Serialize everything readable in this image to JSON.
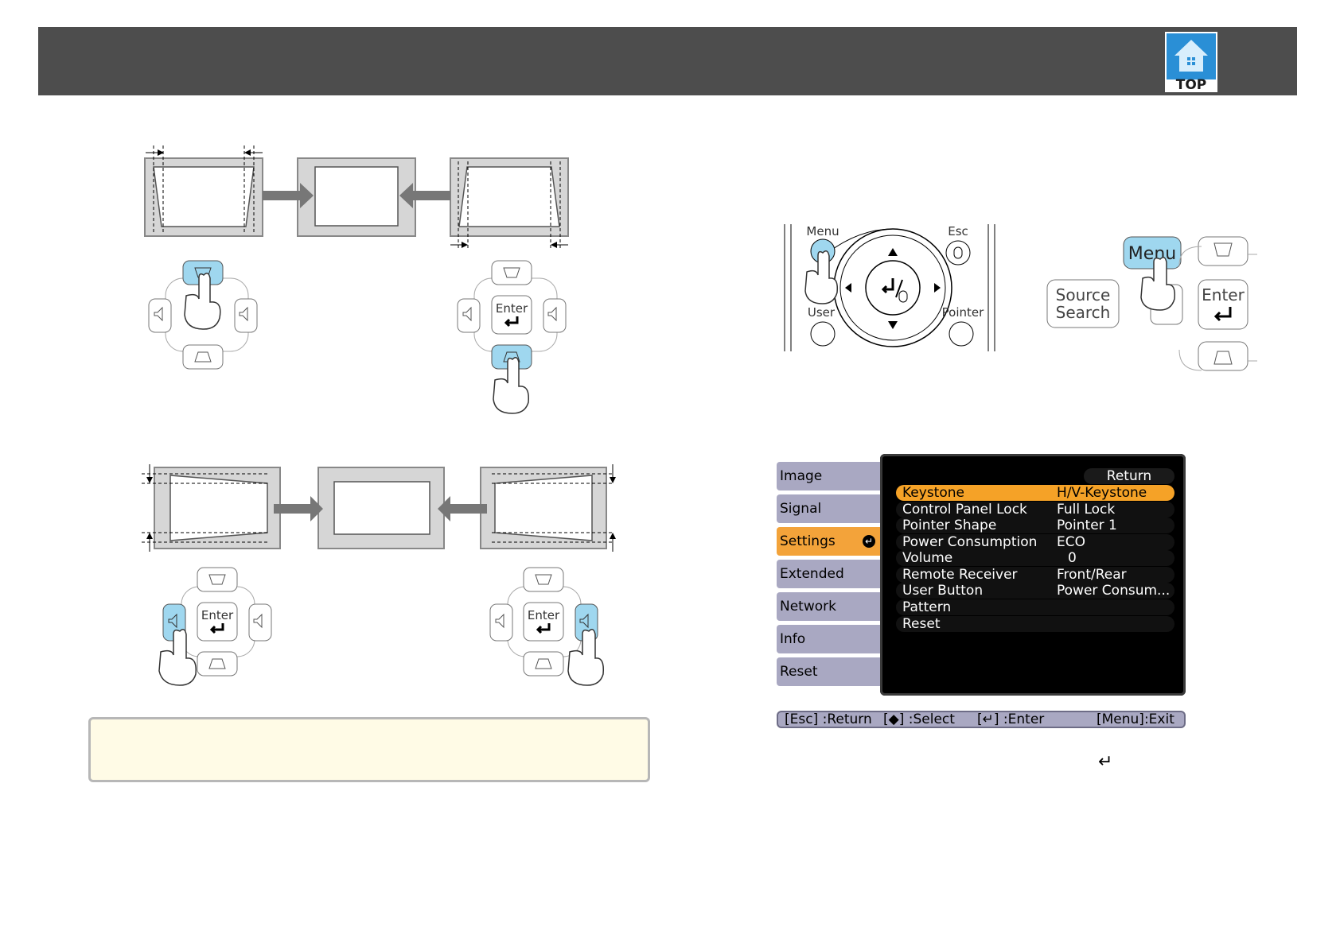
{
  "header": {
    "logo_label": "TOP"
  },
  "remote_labels": {
    "menu": "Menu",
    "esc": "Esc",
    "user": "User",
    "pointer": "Pointer",
    "source_line1": "Source",
    "source_line2": "Search",
    "enter": "Enter"
  },
  "menu": {
    "tabs": [
      "Image",
      "Signal",
      "Settings",
      "Extended",
      "Network",
      "Info",
      "Reset"
    ],
    "active_tab": "Settings",
    "return_label": "Return",
    "rows": [
      {
        "label": "Keystone",
        "value": "H/V-Keystone"
      },
      {
        "label": "Control Panel Lock",
        "value": "Full Lock"
      },
      {
        "label": "Pointer Shape",
        "value": "Pointer 1"
      },
      {
        "label": "Power Consumption",
        "value": "ECO"
      },
      {
        "label": "Volume",
        "value": "0"
      },
      {
        "label": "Remote Receiver",
        "value": "Front/Rear"
      },
      {
        "label": "User Button",
        "value": "Power Consum..."
      },
      {
        "label": "Pattern",
        "value": ""
      },
      {
        "label": "Reset",
        "value": ""
      }
    ],
    "status": {
      "esc": "[Esc] :Return",
      "select": "[◆] :Select",
      "enter": "[↵] :Enter",
      "exit": "[Menu]:Exit"
    }
  },
  "colors": {
    "header": "#4d4d4d",
    "highlight_blue": "#9fd7ef",
    "menu_orange": "#f5a227",
    "tab_purple": "#a9a8c2",
    "note_bg": "#fffbe6"
  }
}
